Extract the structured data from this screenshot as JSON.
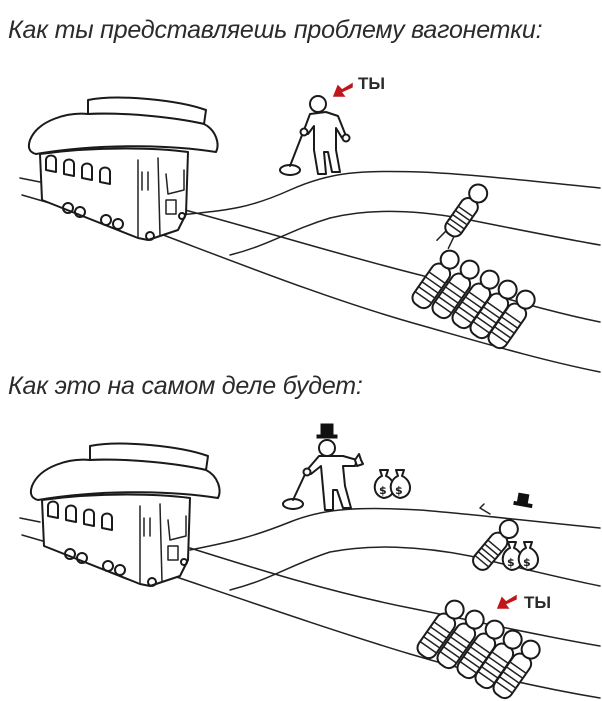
{
  "meme": {
    "top_caption": "Как ты представляешь проблему вагонетки:",
    "bottom_caption": "Как это на самом деле будет:",
    "top_panel": {
      "you_label": "ТЫ",
      "arrow_color": "#c0161b",
      "elements": [
        "trolley",
        "lever-operator",
        "single-person-on-upper-track",
        "five-people-on-lower-track"
      ]
    },
    "bottom_panel": {
      "you_label": "ТЫ",
      "arrow_color": "#c0161b",
      "elements": [
        "trolley",
        "rich-lever-operator-with-top-hat",
        "money-bags",
        "rich-person-with-money-bags-on-upper-track",
        "five-people-on-lower-track"
      ]
    },
    "money_symbol": "$"
  }
}
